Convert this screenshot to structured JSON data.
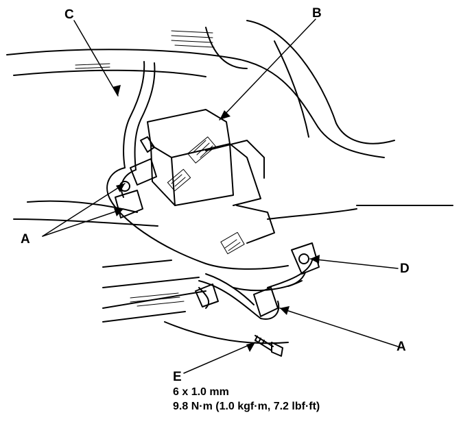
{
  "callouts": {
    "a_left": "A",
    "a_right": "A",
    "b": "B",
    "c": "C",
    "d": "D",
    "e": "E"
  },
  "bolt_spec": {
    "size": "6 x 1.0 mm",
    "torque": "9.8 N·m (1.0 kgf·m, 7.2 lbf·ft)"
  },
  "colors": {
    "ink": "#000000",
    "paper": "#ffffff"
  }
}
